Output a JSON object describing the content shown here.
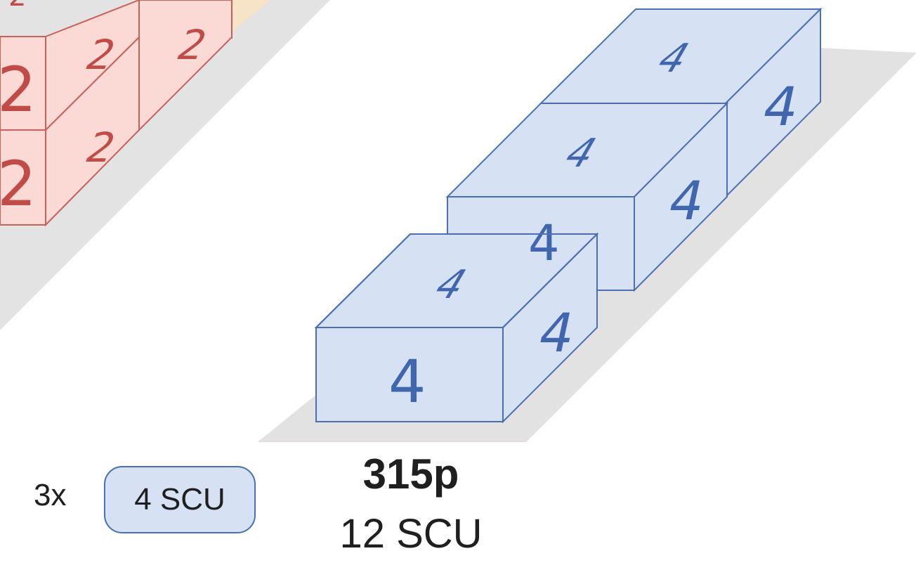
{
  "left_group": {
    "digit": "2",
    "colors": {
      "fill": "#fbd9d4",
      "stroke": "#c9605b",
      "text": "#c14b47",
      "shadow": "#e3e3e3",
      "accent": "#f7e3c5"
    }
  },
  "right_group": {
    "digit": "4",
    "colors": {
      "fill": "#d6e2f3",
      "stroke": "#4a6fb5",
      "text": "#3f66ae",
      "shadow": "#e2e2e2"
    }
  },
  "legend": {
    "multiplier": "3x",
    "unit_badge": "4 SCU"
  },
  "summary": {
    "price": "315p",
    "total": "12 SCU"
  }
}
